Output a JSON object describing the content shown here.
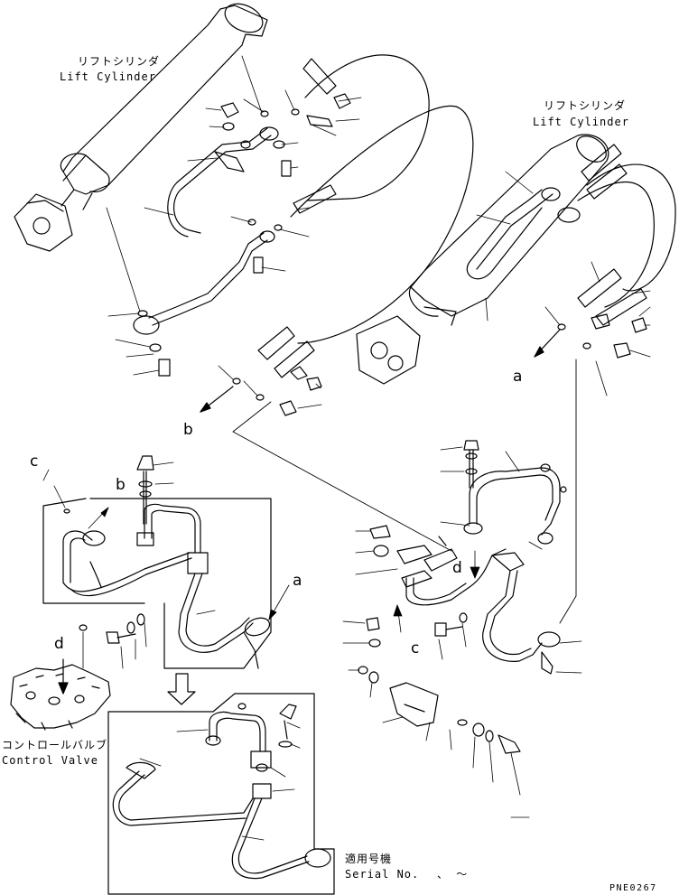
{
  "labels": {
    "lift_cylinder_left_jp": "リフトシリンダ",
    "lift_cylinder_left_en": "Lift Cylinder",
    "lift_cylinder_right_jp": "リフトシリンダ",
    "lift_cylinder_right_en": "Lift Cylinder",
    "control_valve_jp": "コントロールバルブ",
    "control_valve_en": "Control Valve",
    "serial_jp": "適用号機",
    "serial_en": "Serial No.",
    "serial_range": "、 ～",
    "drawing_code": "PNE0267"
  },
  "callouts": {
    "a_top": "a",
    "b_top": "b",
    "c_left": "c",
    "b_left": "b",
    "a_left": "a",
    "d_left": "d",
    "d_right": "d",
    "c_right": "c"
  },
  "colors": {
    "line": "#000000",
    "background": "#ffffff"
  }
}
